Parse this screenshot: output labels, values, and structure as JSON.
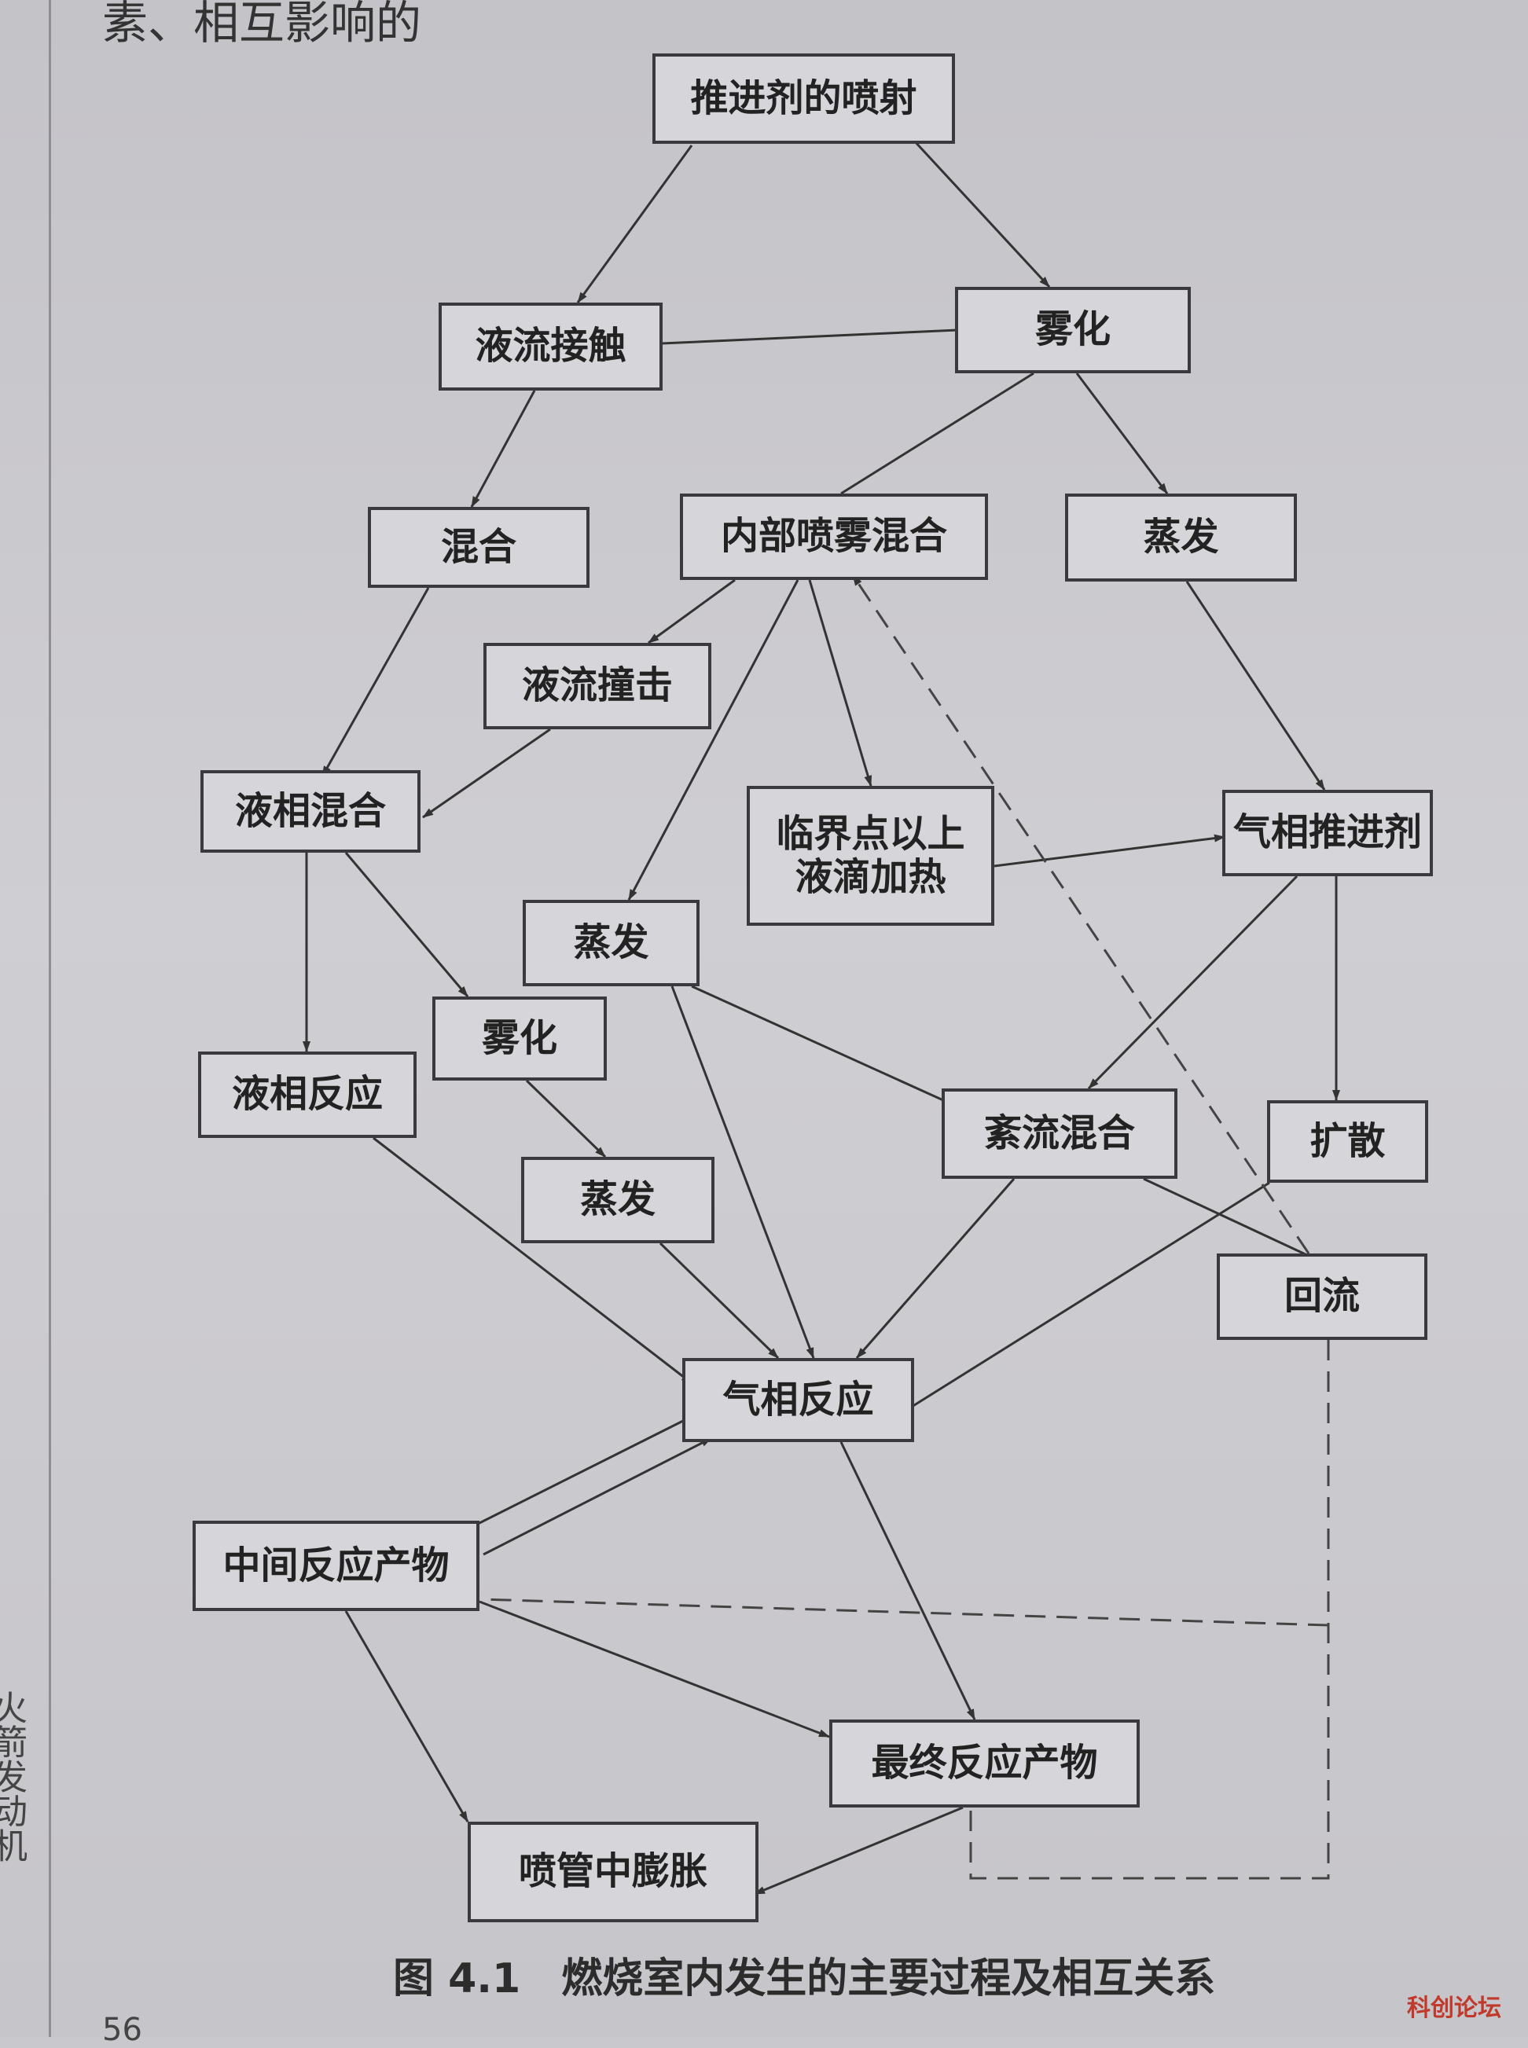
{
  "page_header": "素、相互影响的",
  "page_number": "56",
  "left_edge_text": "火箭发动机",
  "watermark": "科创论坛",
  "diagram": {
    "nodes": {
      "injection": "推进剂的喷射",
      "jet_contact": "液流接触",
      "atomize1": "雾化",
      "mixing": "混合",
      "internal_spray_mix": "内部喷雾混合",
      "evaporate1": "蒸发",
      "jet_impact": "液流撞击",
      "liquid_mix": "液相混合",
      "supercritical_heat": "临界点以上\n液滴加热",
      "gas_propellant": "气相推进剂",
      "evaporate2": "蒸发",
      "atomize2": "雾化",
      "liquid_react": "液相反应",
      "turb_mix": "紊流混合",
      "diffusion": "扩散",
      "evaporate3": "蒸发",
      "recirculation": "回流",
      "gas_react": "气相反应",
      "intermediate": "中间反应产物",
      "final_products": "最终反应产物",
      "nozzle_expansion": "喷管中膨胀"
    }
  },
  "caption": "图 4.1　燃烧室内发生的主要过程及相互关系"
}
